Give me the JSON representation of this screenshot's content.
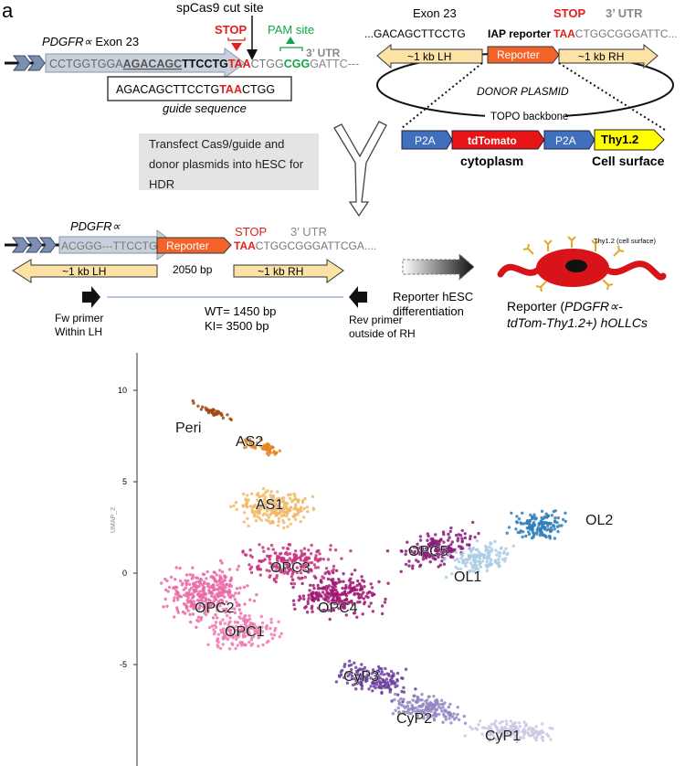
{
  "panel_label": "a",
  "top_left": {
    "cut_site": "spCas9 cut site",
    "stop": "STOP",
    "pam": "PAM site",
    "gene": "PDGFR∝",
    "exon": " Exon 23",
    "seq_grey": "CCTGGTGGA",
    "seq_underline": "AGACAGC",
    "seq_black": "TTCCTG",
    "seq_red": "TAA",
    "seq_grey2": "CTGG",
    "seq_green": "CGG",
    "seq_tail": "GATTC---",
    "utr": "3’ UTR",
    "guide_prefix": "AGACAGCTTCCTG",
    "guide_red": "TAA",
    "guide_suffix": "CTGG",
    "guide_caption": "guide sequence"
  },
  "transfect_lines": [
    "Transfect Cas9/guide and",
    "donor plasmids into hESC for",
    "HDR"
  ],
  "donor": {
    "exon": "Exon 23",
    "stop": "STOP",
    "utr": "3’ UTR",
    "seq_left": "...GACAGCTTCCTG",
    "iap": "IAP reporter",
    "seq_red": "TAA",
    "seq_right": "CTGGCGGGATTC...",
    "lh": "~1 kb LH",
    "reporter": "Reporter",
    "rh": "~1 kb RH",
    "plasmid": "DONOR PLASMID",
    "backbone": "TOPO backbone",
    "p2a_1": "P2A",
    "tdtomato": "tdTomato",
    "p2a_2": "P2A",
    "thy": "Thy1.2",
    "cytoplasm": "cytoplasm",
    "cell_surface": "Cell surface"
  },
  "ki": {
    "gene": "PDGFR∝",
    "stop": "STOP",
    "utr": "3’ UTR",
    "seq_left": "ACGGG---TTCCTG",
    "reporter": "Reporter",
    "seq_red": "TAA",
    "seq_right": "CTGGCGGGATTCGA....",
    "lh": "~1 kb LH",
    "bp": "2050 bp",
    "rh": "~1 kb RH",
    "fw1": "Fw primer",
    "fw2": "Within LH",
    "wt": "WT= 1450 bp",
    "kiSize": "KI=  3500 bp",
    "rev1": "Rev primer",
    "rev2": "outside  of RH",
    "diff1": "Reporter hESC",
    "diff2": "differentiation",
    "cell_label": "Thy1.2 (cell surface)",
    "out1": "Reporter (",
    "out_gene": "PDGFR∝-",
    "out2": "tdTom-Thy1.2+) hOLLCs"
  },
  "umap": {
    "y_ticks": [
      "10",
      "5",
      "0",
      "-5"
    ],
    "y_label": "UMAP_2",
    "clusters": [
      "Peri",
      "AS2",
      "AS1",
      "OL2",
      "OPC5",
      "OL1",
      "OPC3",
      "OPC2",
      "OPC1",
      "OPC4",
      "CyP3",
      "CyP2",
      "CyP1"
    ],
    "colors": {
      "Peri": "#9c4a12",
      "AS2": "#e8821e",
      "AS1": "#f1b866",
      "OL2": "#2f7fb8",
      "OPC5": "#8a1c7c",
      "OL1": "#a9cde3",
      "OPC3": "#c8337f",
      "OPC2": "#ea6aa6",
      "OPC1": "#f07ab1",
      "OPC4": "#a11773",
      "CyP3": "#6b3f9c",
      "CyP2": "#9487c2",
      "CyP1": "#cbc5e3"
    }
  }
}
